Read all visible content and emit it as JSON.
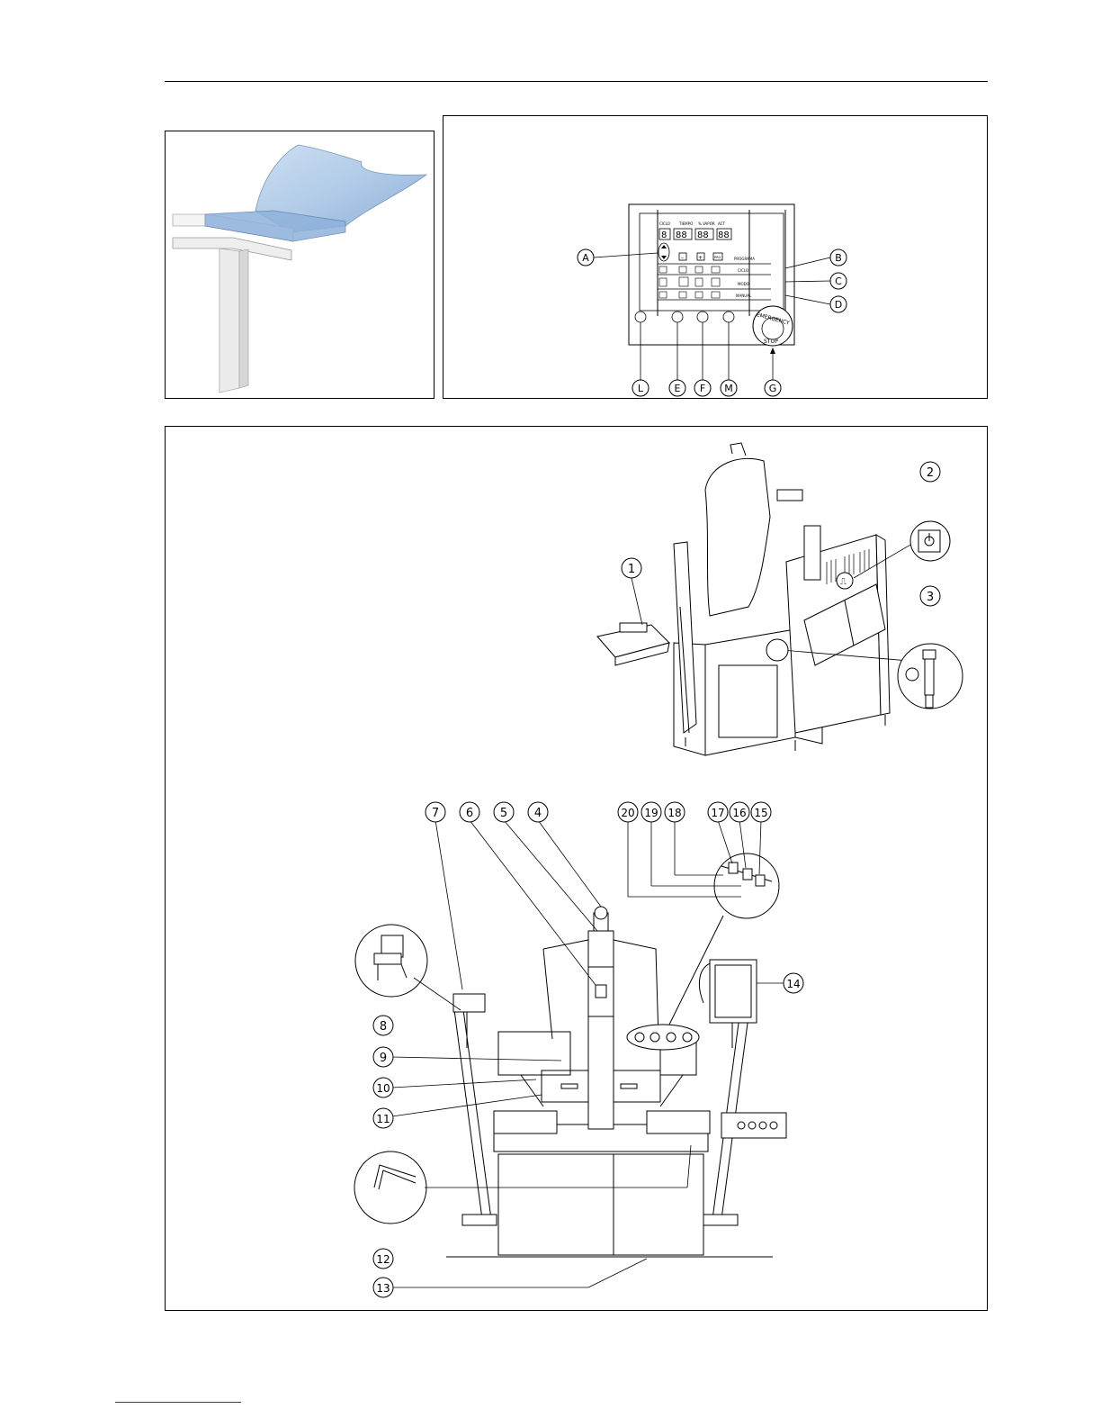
{
  "panel": {
    "display_labels": [
      "CICLO",
      "TIEMPO",
      "% VAPOR",
      "ACT"
    ],
    "digit_glyphs": [
      "8",
      "88",
      "88",
      "88"
    ],
    "row_labels": [
      "PROGRAMA",
      "CICLO",
      "MODO",
      "MANUAL"
    ],
    "buttons_row1": [
      "–",
      "+",
      "PRG"
    ],
    "emergency_text": [
      "EMERGENCY",
      "STOP"
    ],
    "letter_callouts": [
      "A",
      "B",
      "C",
      "D",
      "L",
      "E",
      "F",
      "M",
      "G"
    ]
  },
  "machine": {
    "iso_callouts": [
      "1",
      "2",
      "3"
    ],
    "front_callouts_top": [
      "7",
      "6",
      "5",
      "4",
      "20",
      "19",
      "18",
      "17",
      "16",
      "15"
    ],
    "front_callouts_side": [
      "8",
      "9",
      "10",
      "11",
      "12",
      "13",
      "14"
    ]
  },
  "colors": {
    "line": "#000000",
    "fabric": "#a9c6e6",
    "fabric_dark": "#7fa6d2",
    "stand": "#e6e6e6"
  }
}
